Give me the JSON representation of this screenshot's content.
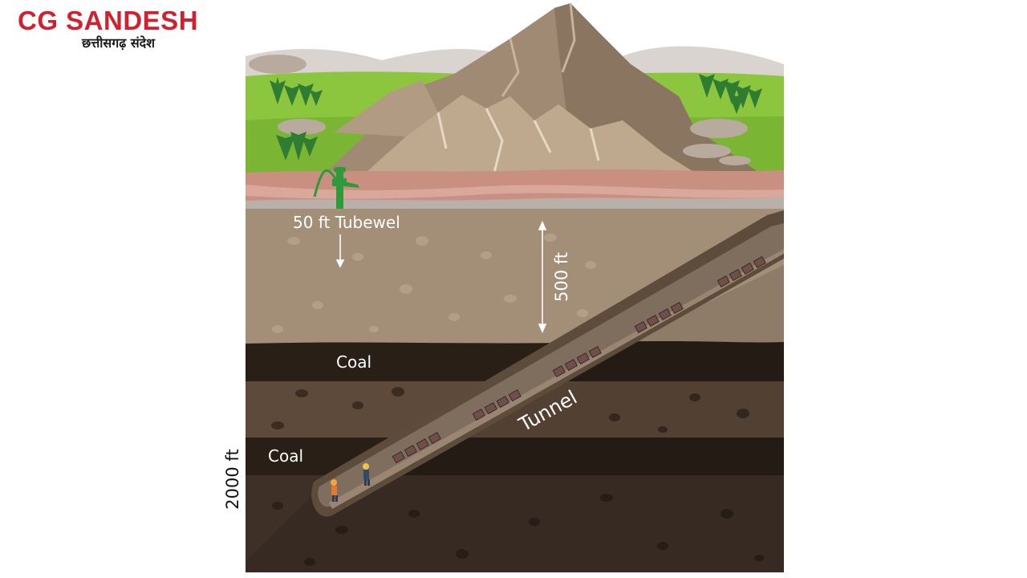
{
  "logo": {
    "title": "CG SANDESH",
    "subtitle": "छत्तीसगढ़ संदेश"
  },
  "labels": {
    "tubewell": "50 ft Tubewel",
    "depth_500": "500 ft",
    "coal_upper": "Coal",
    "coal_lower": "Coal",
    "tunnel": "Tunnel",
    "depth_2000": "2000 ft"
  },
  "colors": {
    "logo_red": "#d2202f",
    "sky": "#ffffff",
    "grass": "#8cc63f",
    "mountain": "#a08a73",
    "topsoil": "#c98f80",
    "upper_earth": "#a38e77",
    "coal": "#2a1f17",
    "mid_earth": "#5e4a3a",
    "deep_earth": "#3e3027",
    "tunnel": "#7f6e5e",
    "pump": "#2e9a3a"
  }
}
